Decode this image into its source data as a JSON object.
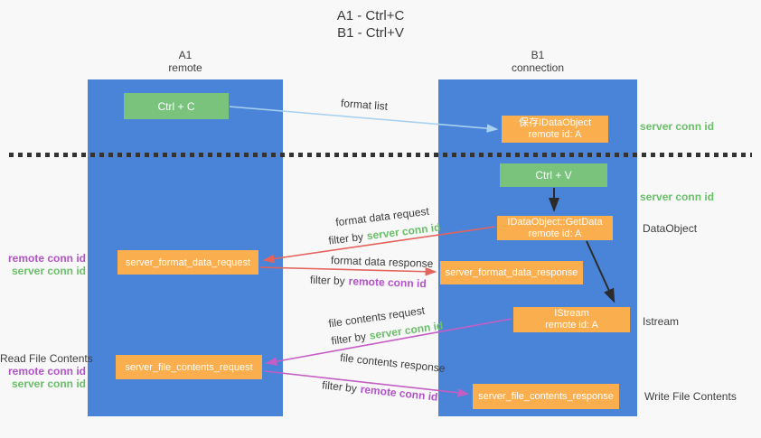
{
  "title": {
    "line1": "A1 - Ctrl+C",
    "line2": "B1 - Ctrl+V"
  },
  "lanes": {
    "a1": {
      "title": "A1",
      "subtitle": "remote"
    },
    "b1": {
      "title": "B1",
      "subtitle": "connection"
    }
  },
  "boxes": {
    "ctrl_c": {
      "label": "Ctrl + C"
    },
    "ctrl_v": {
      "label": "Ctrl + V"
    },
    "save_idataobject": {
      "line1": "保存IDataObject",
      "line2": "remote id: A"
    },
    "getdata": {
      "line1": "IDataObject::GetData",
      "line2": "remote id: A"
    },
    "istream": {
      "line1": "IStream",
      "line2": "remote id: A"
    },
    "format_request": {
      "label": "server_format_data_request"
    },
    "format_response": {
      "label": "server_format_data_response"
    },
    "file_request": {
      "label": "server_file_contents_request"
    },
    "file_response": {
      "label": "server_file_contents_response"
    }
  },
  "arrow_labels": {
    "format_list": "format list",
    "format_data_request": "format data request",
    "format_data_response": "format data response",
    "file_contents_request": "file contents request",
    "file_contents_response": "file contents response",
    "filter_by": "filter by",
    "server_conn_id": "server conn id",
    "remote_conn_id": "remote conn id"
  },
  "side_labels": {
    "right": {
      "server_conn_id_top": "server conn id",
      "server_conn_id_mid": "server conn id",
      "data_object": "DataObject",
      "istream": "Istream",
      "write_file_contents": "Write File Contents"
    },
    "left": {
      "remote_conn_id_top": "remote conn id",
      "server_conn_id_top": "server conn id",
      "read_file_contents": "Read File Contents",
      "remote_conn_id_bottom": "remote conn id",
      "server_conn_id_bottom": "server conn id"
    }
  },
  "colors": {
    "lane_blue": "#4a84d8",
    "box_green": "#79c37d",
    "box_orange": "#fbae4d",
    "arrow_light_blue": "#a9d2f0",
    "arrow_red": "#e4635c",
    "arrow_magenta": "#c45ec4",
    "arrow_black": "#2b2b2b",
    "conn_green": "#6abf69",
    "conn_purple": "#b253c8",
    "text_dark": "#3d3d3d",
    "background": "#f8f8f9"
  }
}
